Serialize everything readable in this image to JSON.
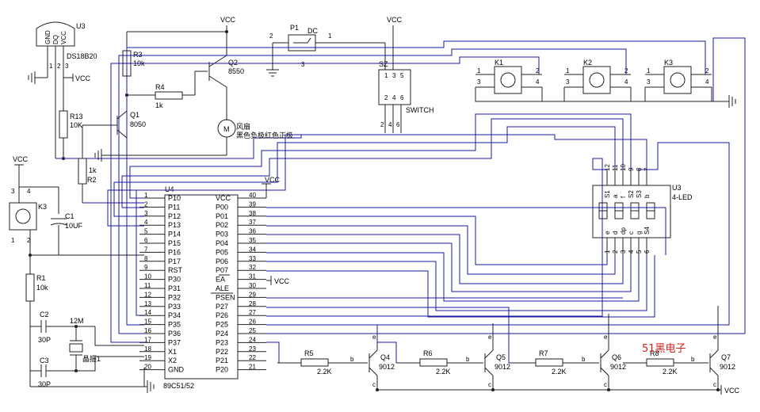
{
  "labels": {
    "vcc": "VCC",
    "u3_sensor": "U3",
    "ds18b20": "DS18B20",
    "sensor_pins": [
      "GND",
      "DQ",
      "VCC"
    ],
    "sensor_nums": [
      "1",
      "2",
      "3"
    ],
    "r3": "R3",
    "r3v": "10k",
    "r4": "R4",
    "r4v": "1k",
    "q2": "Q2",
    "q2v": "8550",
    "q1": "Q1",
    "q1v": "8050",
    "r13": "R13",
    "r13v": "10K",
    "r2": "R2",
    "r2v": "1k",
    "motor": "M",
    "fan_line1": "风扇",
    "fan_line2": "黑色负极红色正极",
    "p1": "P1",
    "dc": "DC",
    "p1_pins": [
      "2",
      "1",
      "3"
    ],
    "sz": "SZ",
    "switch": "SWITCH",
    "sw_pins": [
      "1",
      "3",
      "5",
      "2",
      "4",
      "6"
    ],
    "k1": "K1",
    "k2": "K2",
    "k3": "K3",
    "k3b": "K3",
    "key_pins": [
      "1",
      "2",
      "3",
      "4"
    ],
    "c1": "C1",
    "c1v": "10UF",
    "r1": "R1",
    "r1v": "10k",
    "c2": "C2",
    "c2v": "30P",
    "c3": "C3",
    "c3v": "30P",
    "xtal": "12M",
    "xtal_label": "晶振1",
    "u4": "U4",
    "mcu": "89C51/52",
    "left_pins": [
      {
        "n": "1",
        "name": "P10"
      },
      {
        "n": "2",
        "name": "P11"
      },
      {
        "n": "3",
        "name": "P12"
      },
      {
        "n": "4",
        "name": "P13"
      },
      {
        "n": "5",
        "name": "P14"
      },
      {
        "n": "6",
        "name": "P15"
      },
      {
        "n": "7",
        "name": "P16"
      },
      {
        "n": "8",
        "name": "P17"
      },
      {
        "n": "9",
        "name": "RST"
      },
      {
        "n": "10",
        "name": "P30"
      },
      {
        "n": "11",
        "name": "P31"
      },
      {
        "n": "12",
        "name": "P32"
      },
      {
        "n": "13",
        "name": "P33"
      },
      {
        "n": "14",
        "name": "P34"
      },
      {
        "n": "15",
        "name": "P35"
      },
      {
        "n": "16",
        "name": "P36"
      },
      {
        "n": "17",
        "name": "P37"
      },
      {
        "n": "18",
        "name": "X1"
      },
      {
        "n": "19",
        "name": "X2"
      },
      {
        "n": "20",
        "name": "GND"
      }
    ],
    "right_pins": [
      {
        "n": "40",
        "name": "VCC"
      },
      {
        "n": "39",
        "name": "P00"
      },
      {
        "n": "38",
        "name": "P01"
      },
      {
        "n": "37",
        "name": "P02"
      },
      {
        "n": "36",
        "name": "P03"
      },
      {
        "n": "35",
        "name": "P04"
      },
      {
        "n": "34",
        "name": "P05"
      },
      {
        "n": "33",
        "name": "P06"
      },
      {
        "n": "32",
        "name": "P07"
      },
      {
        "n": "31",
        "name": "EA"
      },
      {
        "n": "30",
        "name": "ALE"
      },
      {
        "n": "29",
        "name": "PSEN"
      },
      {
        "n": "28",
        "name": "P27"
      },
      {
        "n": "27",
        "name": "P26"
      },
      {
        "n": "26",
        "name": "P25"
      },
      {
        "n": "25",
        "name": "P24"
      },
      {
        "n": "24",
        "name": "P23"
      },
      {
        "n": "23",
        "name": "P22"
      },
      {
        "n": "22",
        "name": "P21"
      },
      {
        "n": "21",
        "name": "P20"
      }
    ],
    "u3_led": "U3",
    "led": "4-LED",
    "led_top_pins": [
      "12",
      "11",
      "10",
      "9",
      "8",
      "7"
    ],
    "led_top_names": [
      "S1",
      "a",
      "f",
      "S2",
      "S3",
      "b"
    ],
    "led_bot_names": [
      "e",
      "d",
      "dp",
      "c",
      "g",
      "S4"
    ],
    "led_bot_pins": [
      "1",
      "2",
      "3",
      "4",
      "5",
      "6"
    ],
    "r5": "R5",
    "r6": "R6",
    "r7": "R7",
    "r8": "R8",
    "rv": "2.2K",
    "q4": "Q4",
    "q5": "Q5",
    "q6": "Q6",
    "q7": "Q7",
    "qv": "9012",
    "base": "b",
    "collector": "c",
    "emitter": "e",
    "brand": "51黑电子"
  }
}
